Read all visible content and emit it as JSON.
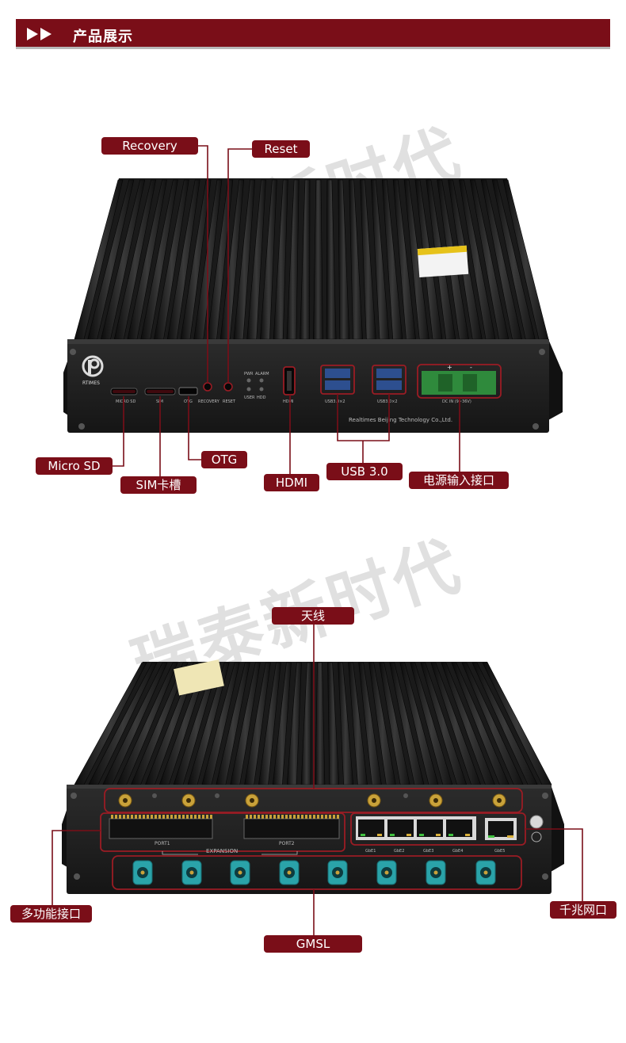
{
  "header": {
    "title": "产品展示"
  },
  "watermark": "瑞泰新时代",
  "front_view": {
    "callouts": {
      "recovery": "Recovery",
      "reset": "Reset",
      "micro_sd": "Micro SD",
      "sim": "SIM卡槽",
      "otg": "OTG",
      "hdmi": "HDMI",
      "usb": "USB 3.0",
      "power": "电源输入接口"
    },
    "panel_labels": {
      "brand": "RTIMES",
      "micro_sd": "MICRO SD",
      "sim": "SIM",
      "otg": "OTG",
      "recovery": "RECOVERY",
      "reset": "RESET",
      "pwr": "PWR",
      "alarm": "ALARM",
      "user": "USER",
      "hdd": "HDD",
      "hdmi": "HDMI",
      "usb1": "USB3.0×2",
      "usb2": "USB3.0×2",
      "power": "DC IN (9~36V)",
      "company": "Realtimes Beijing Technology Co.,Ltd.",
      "plus": "+",
      "minus": "-"
    }
  },
  "back_view": {
    "callouts": {
      "antenna": "天线",
      "multi": "多功能接口",
      "gige": "千兆网口",
      "gmsl": "GMSL"
    },
    "panel_labels": {
      "port1": "PORT1",
      "port2": "PORT2",
      "expansion": "EXPANSION",
      "gbe1": "GbE1",
      "gbe2": "GbE2",
      "gbe3": "GbE3",
      "gbe4": "GbE4",
      "gbe5": "GbE5"
    }
  },
  "colors": {
    "accent": "#7a0e18",
    "fakra": "#2aa3a9",
    "terminal": "#2f8a3c",
    "sma": "#c9a23a"
  }
}
